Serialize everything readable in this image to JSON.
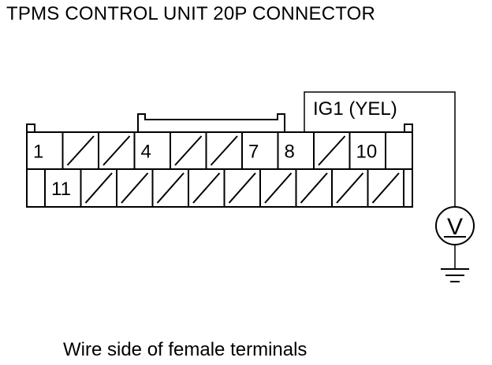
{
  "title": "TPMS CONTROL UNIT 20P CONNECTOR",
  "signal_label": "IG1 (YEL)",
  "caption": "Wire side of female terminals",
  "meter_symbol": "V",
  "connector": {
    "top_row": [
      {
        "label": "1",
        "used": true
      },
      {
        "label": "",
        "used": false
      },
      {
        "label": "",
        "used": false
      },
      {
        "label": "4",
        "used": true
      },
      {
        "label": "",
        "used": false
      },
      {
        "label": "",
        "used": false
      },
      {
        "label": "7",
        "used": true
      },
      {
        "label": "8",
        "used": true
      },
      {
        "label": "",
        "used": false
      },
      {
        "label": "10",
        "used": true
      }
    ],
    "bottom_row": [
      {
        "label": "11",
        "used": true
      },
      {
        "label": "",
        "used": false
      },
      {
        "label": "",
        "used": false
      },
      {
        "label": "",
        "used": false
      },
      {
        "label": "",
        "used": false
      },
      {
        "label": "",
        "used": false
      },
      {
        "label": "",
        "used": false
      },
      {
        "label": "",
        "used": false
      },
      {
        "label": "",
        "used": false
      },
      {
        "label": "",
        "used": false
      }
    ]
  }
}
